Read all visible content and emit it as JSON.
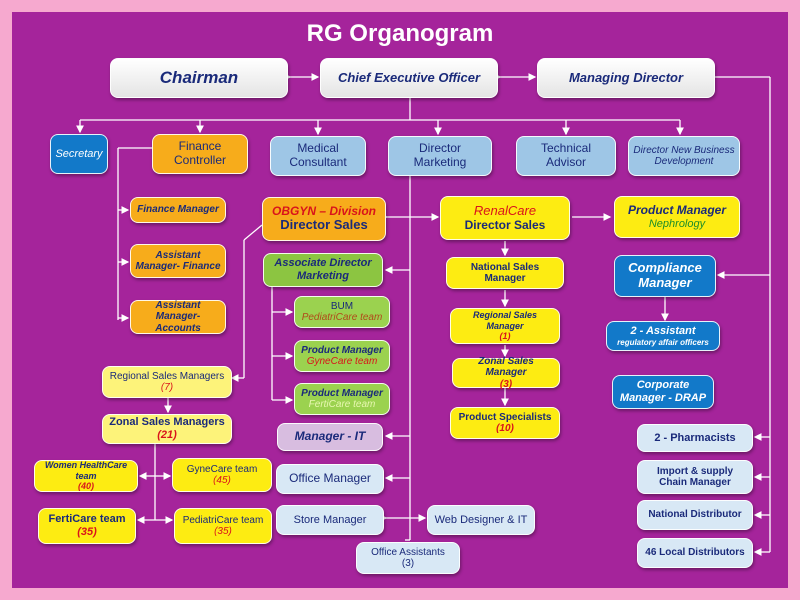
{
  "title": "RG Organogram",
  "chairman": "Chairman",
  "ceo": "Chief Executive Officer",
  "md": "Managing Director",
  "secretary": "Secretary",
  "finance_controller": "Finance Controller",
  "medical_consultant": "Medical Consultant",
  "director_marketing": "Director Marketing",
  "technical_advisor": "Technical Advisor",
  "director_new_business": "Director New Business Development",
  "finance_manager": "Finance Manager",
  "asst_mgr_finance": "Assistant Manager- Finance",
  "asst_mgr_accounts": "Assistant Manager- Accounts",
  "obgyn": {
    "line1": "OBGYN – Division",
    "line2": "Director Sales"
  },
  "assoc_director": "Associate Director Marketing",
  "bum": {
    "title": "BUM",
    "sub": "PediatriCare team"
  },
  "pm_gynecare": {
    "title": "Product Manager",
    "sub": "GyneCare team"
  },
  "pm_ferticare": {
    "title": "Product Manager",
    "sub": "FertiCare team"
  },
  "manager_it": "Manager - IT",
  "office_manager": "Office Manager",
  "store_manager": "Store Manager",
  "web_designer": "Web Designer & IT",
  "office_assistants": {
    "title": "Office Assistants",
    "count": "(3)"
  },
  "regional_sales_managers": {
    "title": "Regional Sales Managers",
    "count": "(7)"
  },
  "zonal_sales_managers": {
    "title": "Zonal Sales Managers",
    "count": "(21)"
  },
  "women_healthcare": {
    "title": "Women HealthCare team",
    "count": "(40)"
  },
  "gynecare_team": {
    "title": "GyneCare team",
    "count": "(45)"
  },
  "ferticare_team": {
    "title": "FertiCare team",
    "count": "(35)"
  },
  "pediatricare_team": {
    "title": "PediatriCare team",
    "count": "(35)"
  },
  "renalcare": {
    "line1": "RenalCare",
    "line2": "Director Sales"
  },
  "national_sales_manager": "National Sales Manager",
  "regional_sales_manager": {
    "title": "Regional Sales Manager",
    "count": "(1)"
  },
  "zonal_sales_manager": {
    "title": "Zonal Sales Manager",
    "count": "(3)"
  },
  "product_specialists": {
    "title": "Product Specialists",
    "count": "(10)"
  },
  "product_manager_neph": {
    "title": "Product Manager",
    "sub": "Nephrology"
  },
  "compliance_manager": "Compliance Manager",
  "asst_regulatory": {
    "title": "2 - Assistant",
    "sub": "regulatory affair officers"
  },
  "corporate_manager": "Corporate Manager - DRAP",
  "pharmacists": "2 - Pharmacists",
  "import_supply": "Import & supply Chain Manager",
  "national_distributor": "National Distributor",
  "local_distributors": "46 Local Distributors"
}
